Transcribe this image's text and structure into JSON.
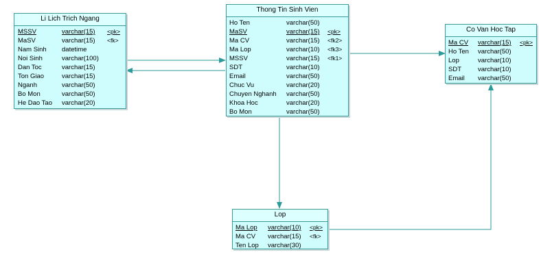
{
  "entities": {
    "li_lich": {
      "title": "Li Lich Trich Ngang",
      "columns": [
        {
          "name": "MSSV",
          "type": "varchar(15)",
          "key": "<pk>",
          "pk": true
        },
        {
          "name": "MaSV",
          "type": "varchar(15)",
          "key": "<fk>",
          "pk": false
        },
        {
          "name": "Nam Sinh",
          "type": "datetime",
          "key": "",
          "pk": false
        },
        {
          "name": "Noi Sinh",
          "type": "varchar(100)",
          "key": "",
          "pk": false
        },
        {
          "name": "Dan Toc",
          "type": "varchar(15)",
          "key": "",
          "pk": false
        },
        {
          "name": "Ton Giao",
          "type": "varchar(15)",
          "key": "",
          "pk": false
        },
        {
          "name": "Nganh",
          "type": "varchar(50)",
          "key": "",
          "pk": false
        },
        {
          "name": "Bo Mon",
          "type": "varchar(50)",
          "key": "",
          "pk": false
        },
        {
          "name": "He Dao Tao",
          "type": "varchar(20)",
          "key": "",
          "pk": false
        }
      ]
    },
    "sinh_vien": {
      "title": "Thong Tin Sinh Vien",
      "columns": [
        {
          "name": "Ho Ten",
          "type": "varchar(50)",
          "key": "",
          "pk": false
        },
        {
          "name": "MaSV",
          "type": "varchar(15)",
          "key": "<pk>",
          "pk": true
        },
        {
          "name": "Ma CV",
          "type": "varchar(15)",
          "key": "<fk2>",
          "pk": false
        },
        {
          "name": "Ma Lop",
          "type": "varchar(10)",
          "key": "<fk3>",
          "pk": false
        },
        {
          "name": "MSSV",
          "type": "varchar(15)",
          "key": "<fk1>",
          "pk": false
        },
        {
          "name": "SDT",
          "type": "varchar(10)",
          "key": "",
          "pk": false
        },
        {
          "name": "Email",
          "type": "varchar(50)",
          "key": "",
          "pk": false
        },
        {
          "name": "Chuc Vu",
          "type": "varchar(20)",
          "key": "",
          "pk": false
        },
        {
          "name": "Chuyen Nghanh",
          "type": "varchar(50)",
          "key": "",
          "pk": false
        },
        {
          "name": "Khoa Hoc",
          "type": "varchar(20)",
          "key": "",
          "pk": false
        },
        {
          "name": "Bo Mon",
          "type": "varchar(50)",
          "key": "",
          "pk": false
        }
      ]
    },
    "co_van": {
      "title": "Co Van Hoc Tap",
      "columns": [
        {
          "name": "Ma CV",
          "type": "varchar(15)",
          "key": "<pk>",
          "pk": true
        },
        {
          "name": "Ho Ten",
          "type": "varchar(50)",
          "key": "",
          "pk": false
        },
        {
          "name": "Lop",
          "type": "varchar(10)",
          "key": "",
          "pk": false
        },
        {
          "name": "SDT",
          "type": "varchar(10)",
          "key": "",
          "pk": false
        },
        {
          "name": "Email",
          "type": "varchar(50)",
          "key": "",
          "pk": false
        }
      ]
    },
    "lop": {
      "title": "Lop",
      "columns": [
        {
          "name": "Ma Lop",
          "type": "varchar(10)",
          "key": "<pk>",
          "pk": true
        },
        {
          "name": "Ma CV",
          "type": "varchar(15)",
          "key": "<fk>",
          "pk": false
        },
        {
          "name": "Ten Lop",
          "type": "varchar(30)",
          "key": "",
          "pk": false
        }
      ]
    }
  },
  "colors": {
    "entity_fill": "#cffcfc",
    "entity_border": "#3a9a9a",
    "connector": "#2a9a9a"
  }
}
